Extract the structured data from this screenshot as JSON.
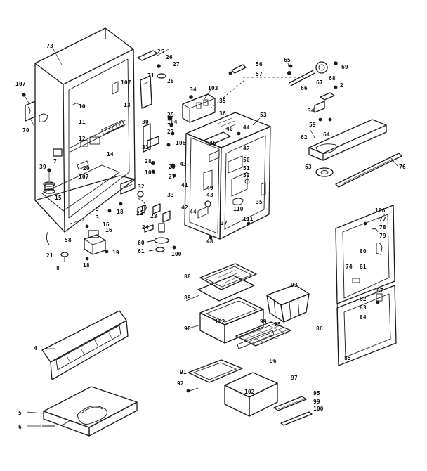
{
  "callouts": [
    {
      "id": "c1",
      "text": "73"
    },
    {
      "id": "c2",
      "text": "107"
    },
    {
      "id": "c3",
      "text": "70"
    },
    {
      "id": "c4",
      "text": "10"
    },
    {
      "id": "c5",
      "text": "11"
    },
    {
      "id": "c6",
      "text": "12"
    },
    {
      "id": "c7",
      "text": "13"
    },
    {
      "id": "c8",
      "text": "107"
    },
    {
      "id": "c9",
      "text": "7"
    },
    {
      "id": "c10",
      "text": "39"
    },
    {
      "id": "c11",
      "text": "15"
    },
    {
      "id": "c12",
      "text": "20"
    },
    {
      "id": "c13",
      "text": "107"
    },
    {
      "id": "c14",
      "text": "14"
    },
    {
      "id": "c15",
      "text": "17"
    },
    {
      "id": "c16",
      "text": "9"
    },
    {
      "id": "c17",
      "text": "3"
    },
    {
      "id": "c18",
      "text": "16"
    },
    {
      "id": "c19",
      "text": "18"
    },
    {
      "id": "c20",
      "text": "16"
    },
    {
      "id": "c21",
      "text": "58"
    },
    {
      "id": "c22",
      "text": "19"
    },
    {
      "id": "c23",
      "text": "21"
    },
    {
      "id": "c24",
      "text": "8"
    },
    {
      "id": "c25",
      "text": "18"
    },
    {
      "id": "c26",
      "text": "25"
    },
    {
      "id": "c27",
      "text": "26"
    },
    {
      "id": "c28",
      "text": "27"
    },
    {
      "id": "c29",
      "text": "71"
    },
    {
      "id": "c30",
      "text": "28"
    },
    {
      "id": "c31",
      "text": "30"
    },
    {
      "id": "c32",
      "text": "31"
    },
    {
      "id": "c33",
      "text": "29"
    },
    {
      "id": "c34",
      "text": "104"
    },
    {
      "id": "c35",
      "text": "27"
    },
    {
      "id": "c36",
      "text": "106"
    },
    {
      "id": "c37",
      "text": "28"
    },
    {
      "id": "c38",
      "text": "29"
    },
    {
      "id": "c39",
      "text": "104"
    },
    {
      "id": "c40",
      "text": "27"
    },
    {
      "id": "c41",
      "text": "32"
    },
    {
      "id": "c42",
      "text": "33"
    },
    {
      "id": "c43",
      "text": "22"
    },
    {
      "id": "c44",
      "text": "23"
    },
    {
      "id": "c45",
      "text": "24"
    },
    {
      "id": "c46",
      "text": "60"
    },
    {
      "id": "c47",
      "text": "61"
    },
    {
      "id": "c48",
      "text": "100"
    },
    {
      "id": "c49",
      "text": "34"
    },
    {
      "id": "c50",
      "text": "103"
    },
    {
      "id": "c51",
      "text": "35"
    },
    {
      "id": "c52",
      "text": "36"
    },
    {
      "id": "c53",
      "text": "40"
    },
    {
      "id": "c54",
      "text": "44"
    },
    {
      "id": "c55",
      "text": "53"
    },
    {
      "id": "c56",
      "text": "46"
    },
    {
      "id": "c57",
      "text": "42"
    },
    {
      "id": "c58",
      "text": "43"
    },
    {
      "id": "c59",
      "text": "41"
    },
    {
      "id": "c60",
      "text": "42"
    },
    {
      "id": "c61",
      "text": "44"
    },
    {
      "id": "c62",
      "text": "50"
    },
    {
      "id": "c63",
      "text": "51"
    },
    {
      "id": "c64",
      "text": "52"
    },
    {
      "id": "c65",
      "text": "49"
    },
    {
      "id": "c66",
      "text": "43"
    },
    {
      "id": "c67",
      "text": "35"
    },
    {
      "id": "c68",
      "text": "110"
    },
    {
      "id": "c69",
      "text": "111"
    },
    {
      "id": "c70",
      "text": "37"
    },
    {
      "id": "c71",
      "text": "48"
    },
    {
      "id": "c72",
      "text": "56"
    },
    {
      "id": "c73",
      "text": "57"
    },
    {
      "id": "c74",
      "text": "65"
    },
    {
      "id": "c75",
      "text": "66"
    },
    {
      "id": "c76",
      "text": "69"
    },
    {
      "id": "c77",
      "text": "68"
    },
    {
      "id": "c78",
      "text": "67"
    },
    {
      "id": "c79",
      "text": "2"
    },
    {
      "id": "c80",
      "text": "34"
    },
    {
      "id": "c81",
      "text": "59"
    },
    {
      "id": "c82",
      "text": "64"
    },
    {
      "id": "c83",
      "text": "62"
    },
    {
      "id": "c84",
      "text": "63"
    },
    {
      "id": "c85",
      "text": "76"
    },
    {
      "id": "c86",
      "text": "106"
    },
    {
      "id": "c87",
      "text": "77"
    },
    {
      "id": "c88",
      "text": "78"
    },
    {
      "id": "c89",
      "text": "79"
    },
    {
      "id": "c90",
      "text": "80"
    },
    {
      "id": "c91",
      "text": "74"
    },
    {
      "id": "c92",
      "text": "81"
    },
    {
      "id": "c93",
      "text": "87"
    },
    {
      "id": "c94",
      "text": "82"
    },
    {
      "id": "c95",
      "text": "83"
    },
    {
      "id": "c96",
      "text": "84"
    },
    {
      "id": "c97",
      "text": "86"
    },
    {
      "id": "c98",
      "text": "85"
    },
    {
      "id": "c99",
      "text": "88"
    },
    {
      "id": "c100",
      "text": "89"
    },
    {
      "id": "c101",
      "text": "93"
    },
    {
      "id": "c102",
      "text": "102"
    },
    {
      "id": "c103",
      "text": "90"
    },
    {
      "id": "c104",
      "text": "99"
    },
    {
      "id": "c105",
      "text": "95"
    },
    {
      "id": "c106",
      "text": "96"
    },
    {
      "id": "c107",
      "text": "91"
    },
    {
      "id": "c108",
      "text": "92"
    },
    {
      "id": "c109",
      "text": "102"
    },
    {
      "id": "c110",
      "text": "97"
    },
    {
      "id": "c111",
      "text": "95"
    },
    {
      "id": "c112",
      "text": "99"
    },
    {
      "id": "c113",
      "text": "100"
    },
    {
      "id": "c114",
      "text": "4"
    },
    {
      "id": "c115",
      "text": "5"
    },
    {
      "id": "c116",
      "text": "6"
    }
  ]
}
